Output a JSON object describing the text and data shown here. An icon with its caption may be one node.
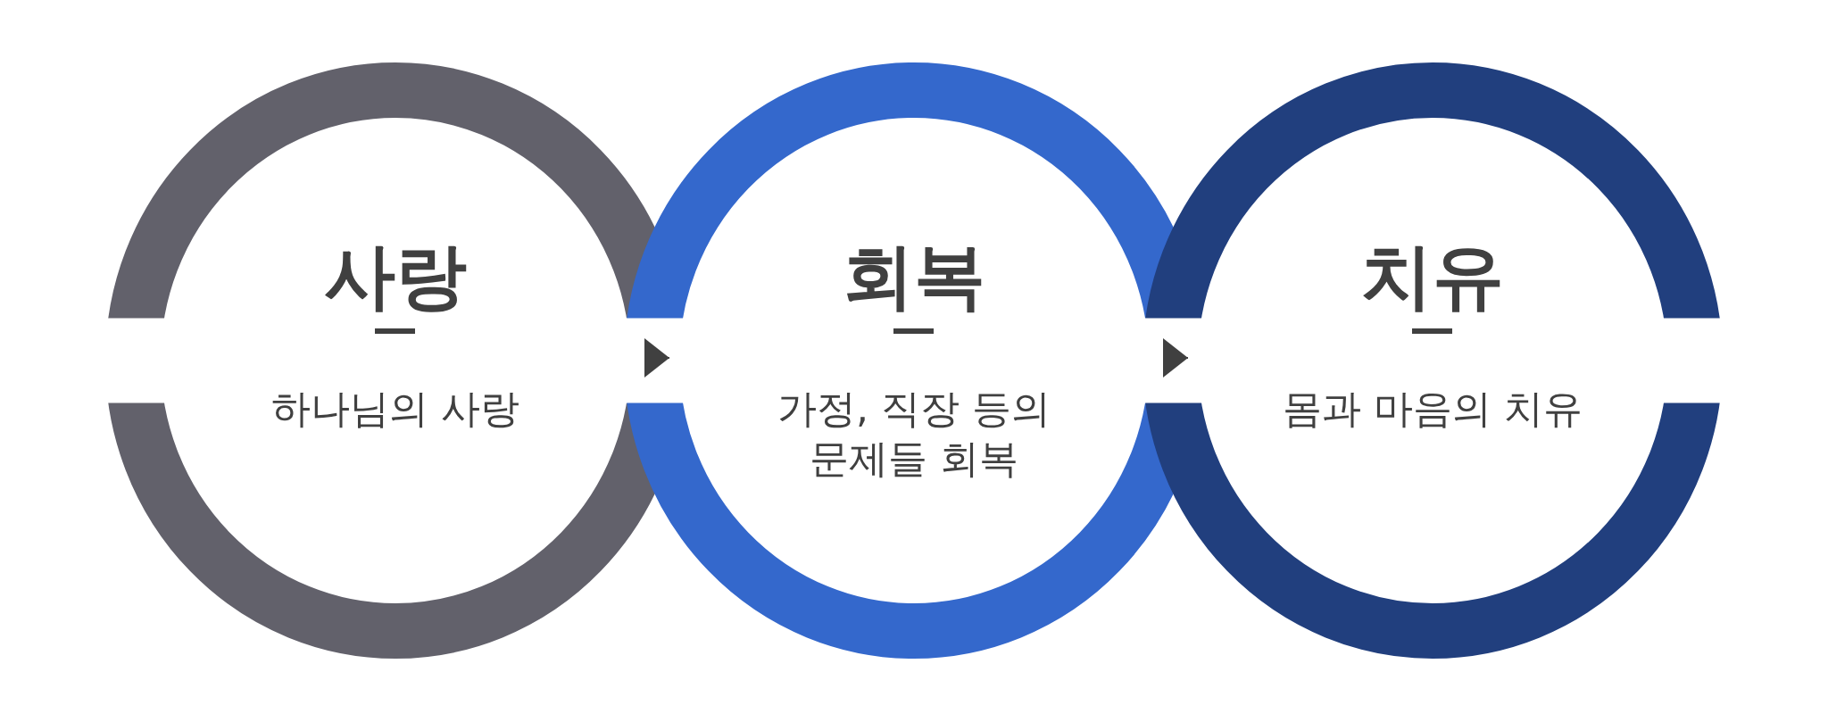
{
  "diagram": {
    "nodes": [
      {
        "text": [
          "사랑",
          "하나님의 사랑"
        ]
      },
      {
        "text": [
          "회복",
          "가정, 직장 등의 문제들 회복"
        ]
      },
      {
        "text": [
          "치유",
          "몸과 마음의 치유"
        ]
      }
    ],
    "edges": [
      {
        "from": 0,
        "to": 1,
        "arrow": "to"
      },
      {
        "from": 1,
        "to": 2,
        "arrow": "to"
      }
    ]
  }
}
